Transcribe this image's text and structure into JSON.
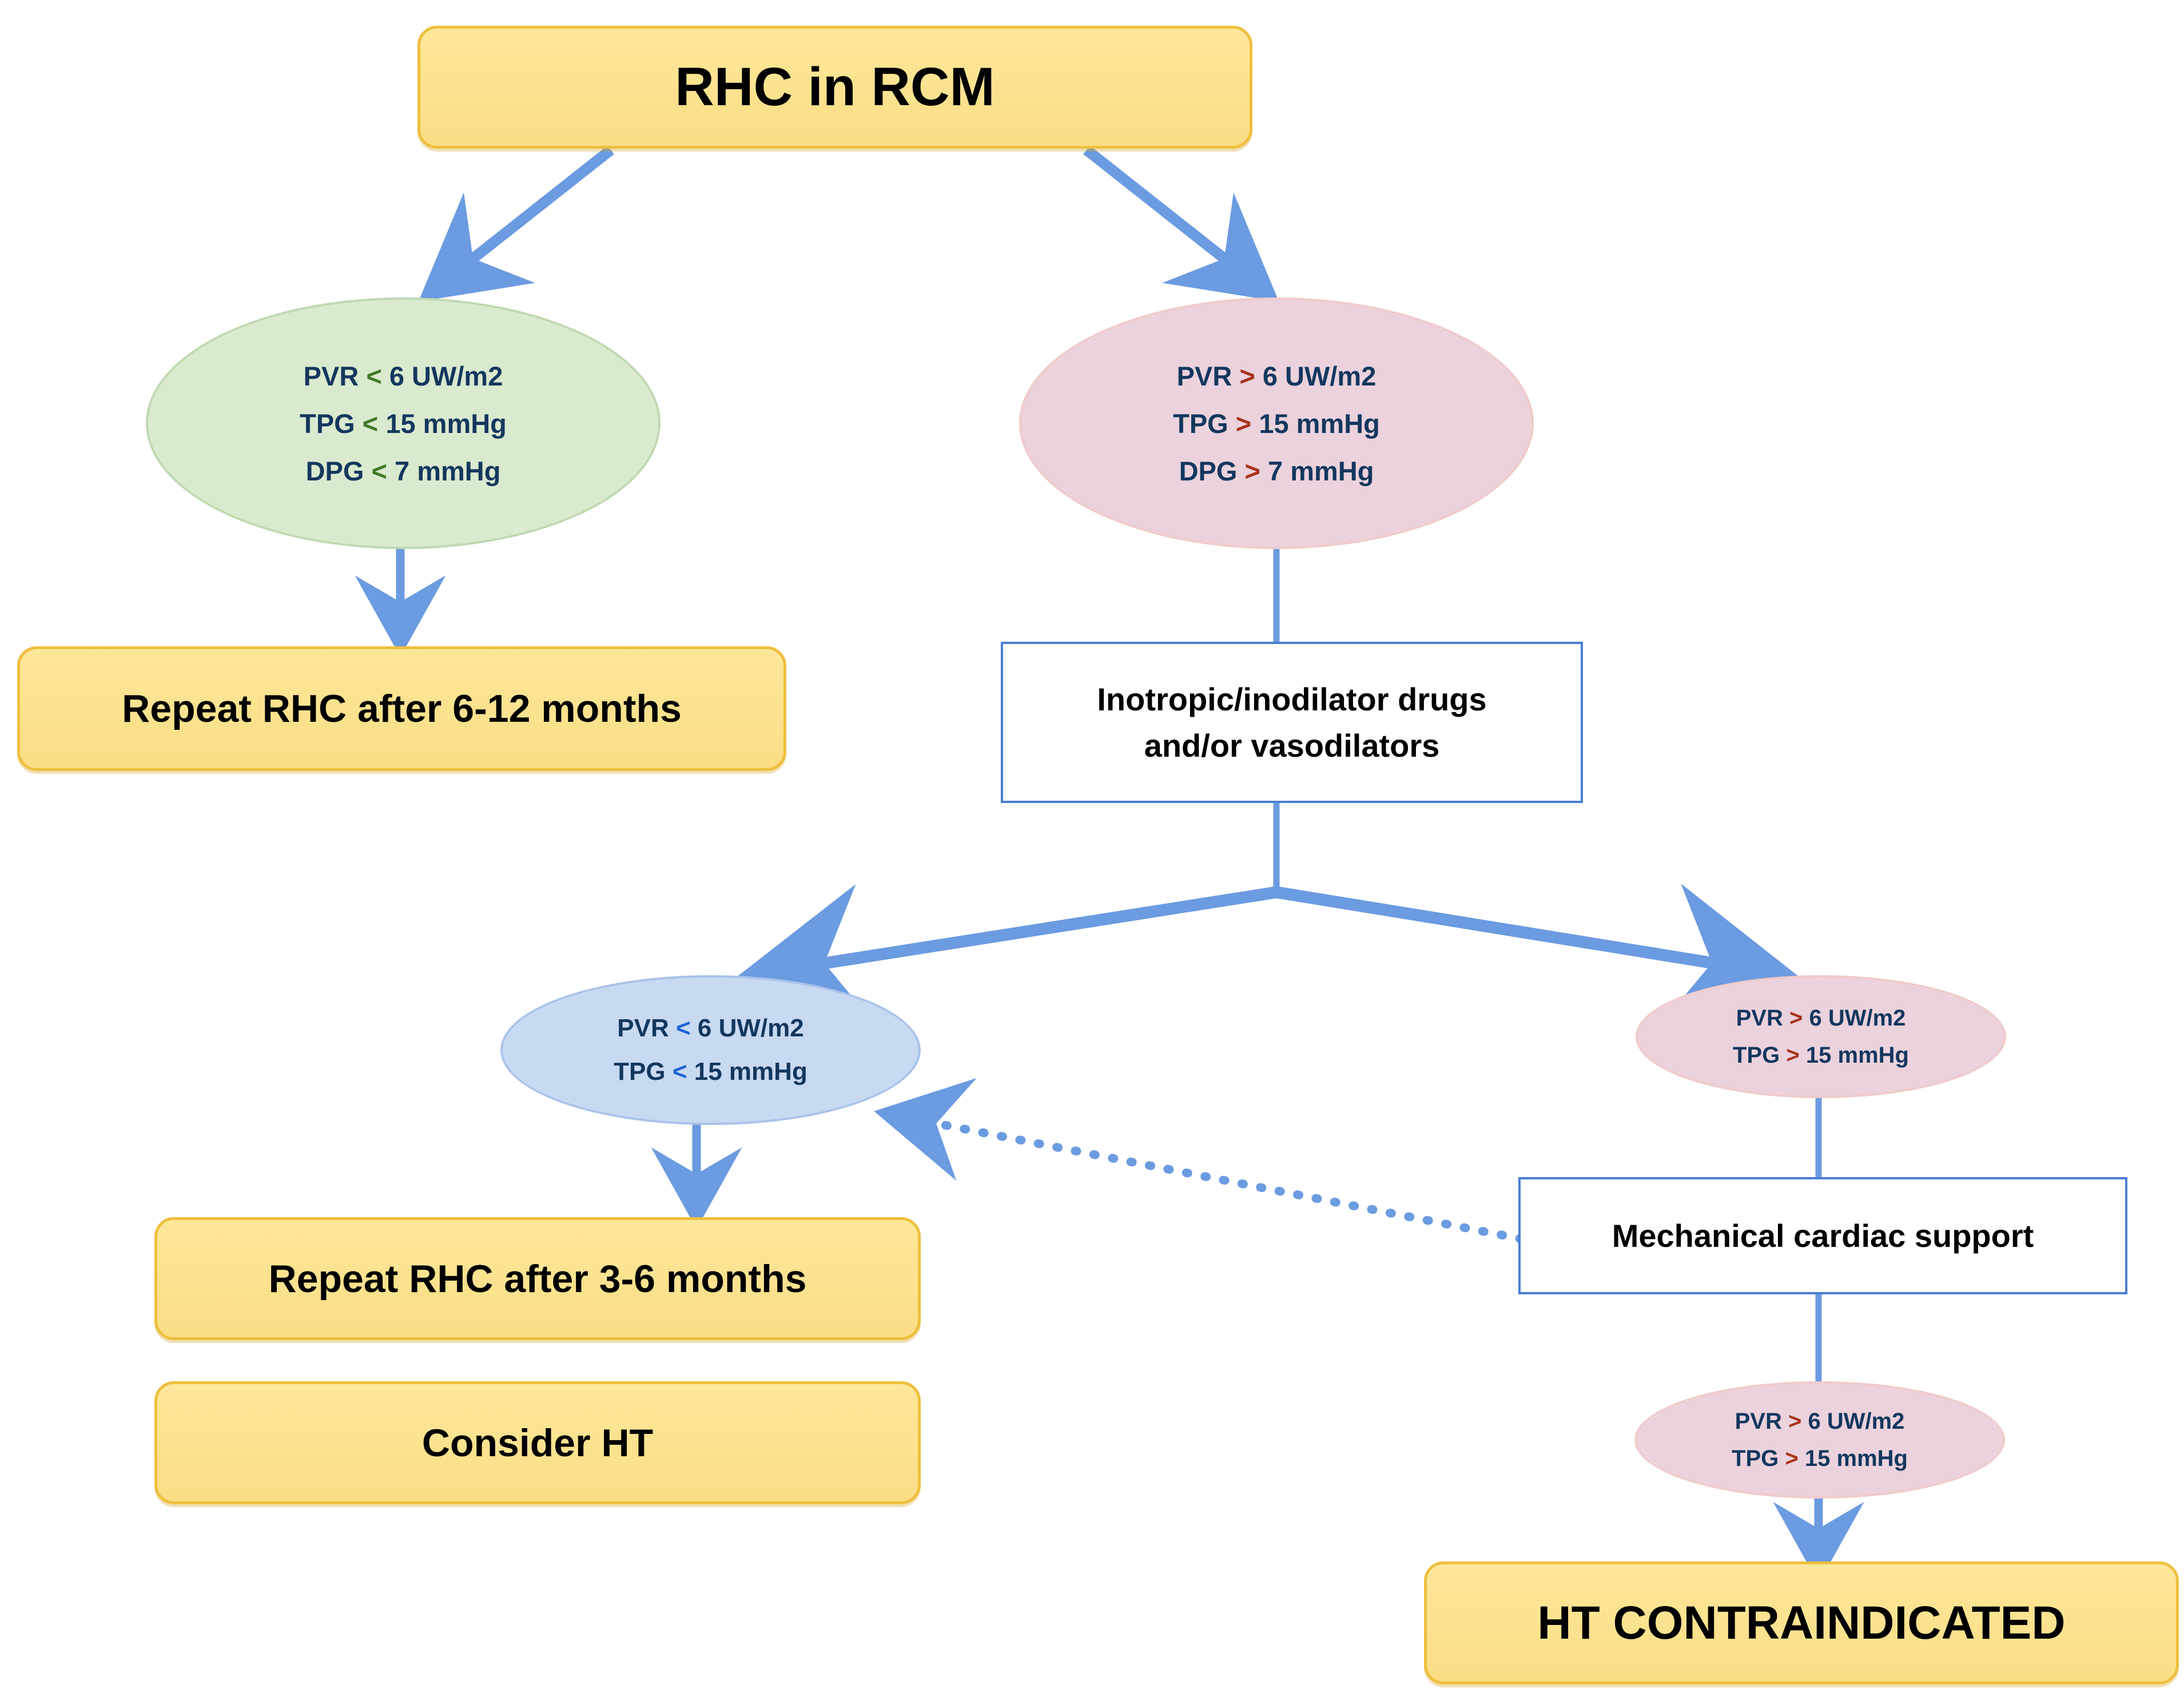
{
  "diagram": {
    "title": "RHC in  RCM",
    "colors": {
      "yellow_fill": "#FDE79A",
      "yellow_border": "#EFBF3E",
      "green_fill": "#DAEACF",
      "pink_fill": "#EBD2DD",
      "blue_fill": "#C8D9F2",
      "connector_blue": "#6B9BE0",
      "text_navy": "#13375E",
      "op_less_green": "#3F7A26",
      "op_greater_red": "#A8301A",
      "op_less_blue": "#1B63D2"
    },
    "nodes": {
      "root": {
        "label": "RHC in  RCM"
      },
      "green_ellipse": {
        "lines": [
          {
            "metric": "PVR",
            "op": "<",
            "value": "6 UW/m2"
          },
          {
            "metric": "TPG",
            "op": "<",
            "value": "15 mmHg"
          },
          {
            "metric": "DPG",
            "op": "<",
            "value": "7 mmHg"
          }
        ]
      },
      "pink_ellipse": {
        "lines": [
          {
            "metric": "PVR",
            "op": ">",
            "value": "6 UW/m2"
          },
          {
            "metric": "TPG",
            "op": ">",
            "value": "15 mmHg"
          },
          {
            "metric": "DPG",
            "op": ">",
            "value": "7 mmHg"
          }
        ]
      },
      "repeat_6_12": {
        "label": "Repeat RHC after 6-12 months"
      },
      "drug_box": {
        "line1": "Inotropic/inodilator drugs",
        "line2": "and/or vasodilators"
      },
      "blue_ellipse": {
        "lines": [
          {
            "metric": "PVR",
            "op": "<",
            "value": "6 UW/m2"
          },
          {
            "metric": "TPG",
            "op": "<",
            "value": "15 mmHg"
          }
        ]
      },
      "pink_ellipse_mid": {
        "lines": [
          {
            "metric": "PVR",
            "op": ">",
            "value": "6 UW/m2"
          },
          {
            "metric": "TPG",
            "op": ">",
            "value": "15 mmHg"
          }
        ]
      },
      "repeat_3_6": {
        "label": "Repeat RHC after 3-6 months"
      },
      "consider_ht": {
        "label": "Consider HT"
      },
      "mechanical_support": {
        "label": "Mechanical cardiac support"
      },
      "pink_ellipse_bottom": {
        "lines": [
          {
            "metric": "PVR",
            "op": ">",
            "value": "6 UW/m2"
          },
          {
            "metric": "TPG",
            "op": ">",
            "value": "15 mmHg"
          }
        ]
      },
      "ht_contraindicated": {
        "label": "HT CONTRAINDICATED"
      }
    }
  }
}
